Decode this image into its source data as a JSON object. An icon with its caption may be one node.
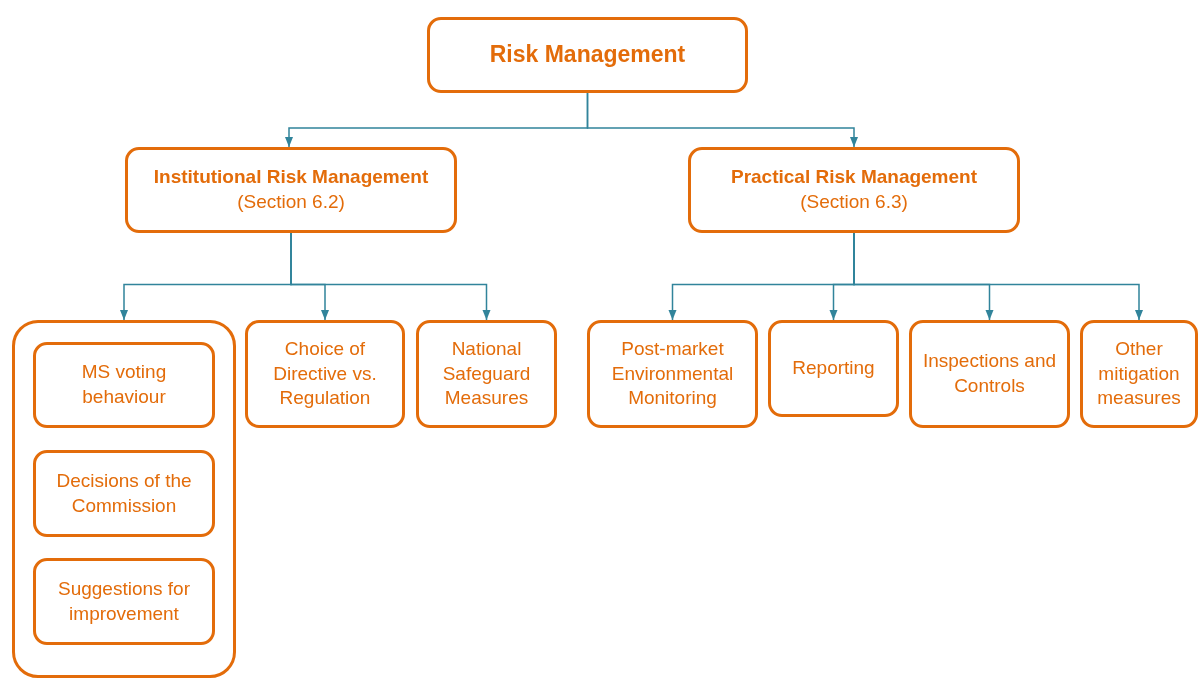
{
  "diagram": {
    "nodes": [
      {
        "text": [
          "Risk Management"
        ]
      },
      {
        "text": [
          "Institutional Risk Management",
          "(Section 6.2)"
        ]
      },
      {
        "text": [
          "Practical Risk Management",
          "(Section 6.3)"
        ]
      },
      {
        "text": [],
        "shape": "box"
      },
      {
        "text": [
          "MS voting behaviour"
        ],
        "in": 3
      },
      {
        "text": [
          "Decisions of the Commission"
        ],
        "in": 3
      },
      {
        "text": [
          "Suggestions for improvement"
        ],
        "in": 3
      },
      {
        "text": [
          "Choice of Directive vs. Regulation"
        ]
      },
      {
        "text": [
          "National Safeguard Measures"
        ]
      },
      {
        "text": [
          "Post-market Environmental Monitoring"
        ]
      },
      {
        "text": [
          "Reporting"
        ]
      },
      {
        "text": [
          "Inspections and Controls"
        ]
      },
      {
        "text": [
          "Other mitigation measures"
        ]
      }
    ],
    "edges": [
      {
        "from": 0,
        "to": 1,
        "arrow": "to"
      },
      {
        "from": 0,
        "to": 2,
        "arrow": "to"
      },
      {
        "from": 1,
        "to": 3,
        "arrow": "to"
      },
      {
        "from": 1,
        "to": 7,
        "arrow": "to"
      },
      {
        "from": 1,
        "to": 8,
        "arrow": "to"
      },
      {
        "from": 2,
        "to": 9,
        "arrow": "to"
      },
      {
        "from": 2,
        "to": 10,
        "arrow": "to"
      },
      {
        "from": 2,
        "to": 11,
        "arrow": "to"
      },
      {
        "from": 2,
        "to": 12,
        "arrow": "to"
      }
    ]
  }
}
